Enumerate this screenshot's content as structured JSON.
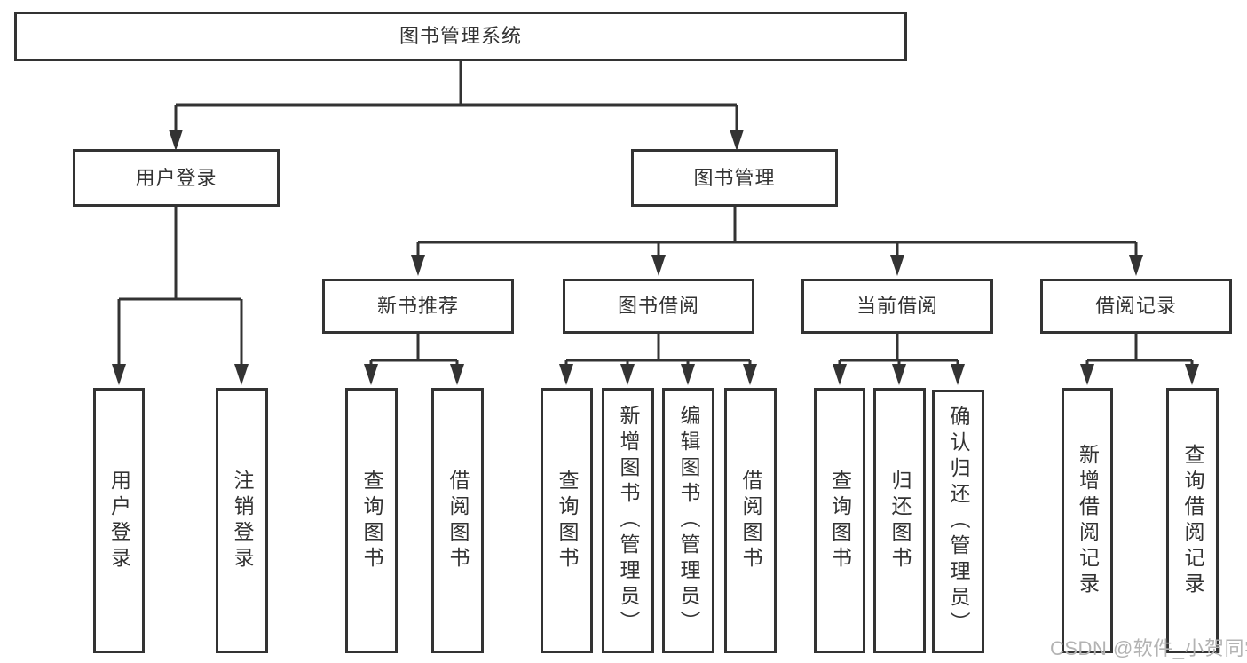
{
  "theme": {
    "background": "#ffffff",
    "line_color": "#333333",
    "text_color": "#333333",
    "box_background": "#ffffff",
    "watermark_color": "#b3b3b3"
  },
  "watermark": {
    "text": "CSDN @软件_小贺同学"
  },
  "nodes": {
    "root": {
      "label": "图书管理系统"
    },
    "user_login": {
      "label": "用户登录"
    },
    "book_mgmt": {
      "label": "图书管理"
    },
    "new_book_rec": {
      "label": "新书推荐"
    },
    "book_borrow": {
      "label": "图书借阅"
    },
    "current_borrow": {
      "label": "当前借阅"
    },
    "borrow_record": {
      "label": "借阅记录"
    },
    "leaf_user_login": {
      "label": "用户登录"
    },
    "leaf_logout": {
      "label": "注销登录"
    },
    "leaf_query_book_1": {
      "label": "查询图书"
    },
    "leaf_borrow_book_1": {
      "label": "借阅图书"
    },
    "leaf_query_book_2": {
      "label": "查询图书"
    },
    "leaf_add_book": {
      "label": "新增图书（管理员）"
    },
    "leaf_edit_book": {
      "label": "编辑图书（管理员）"
    },
    "leaf_borrow_book_2": {
      "label": "借阅图书"
    },
    "leaf_query_book_3": {
      "label": "查询图书"
    },
    "leaf_return_book": {
      "label": "归还图书"
    },
    "leaf_confirm_return": {
      "label": "确认归还（管理员）"
    },
    "leaf_add_record": {
      "label": "新增借阅记录"
    },
    "leaf_query_record": {
      "label": "查询借阅记录"
    }
  },
  "hierarchy": {
    "图书管理系统": {
      "用户登录": [
        "用户登录",
        "注销登录"
      ],
      "图书管理": {
        "新书推荐": [
          "查询图书",
          "借阅图书"
        ],
        "图书借阅": [
          "查询图书",
          "新增图书（管理员）",
          "编辑图书（管理员）",
          "借阅图书"
        ],
        "当前借阅": [
          "查询图书",
          "归还图书",
          "确认归还（管理员）"
        ],
        "借阅记录": [
          "新增借阅记录",
          "查询借阅记录"
        ]
      }
    }
  }
}
